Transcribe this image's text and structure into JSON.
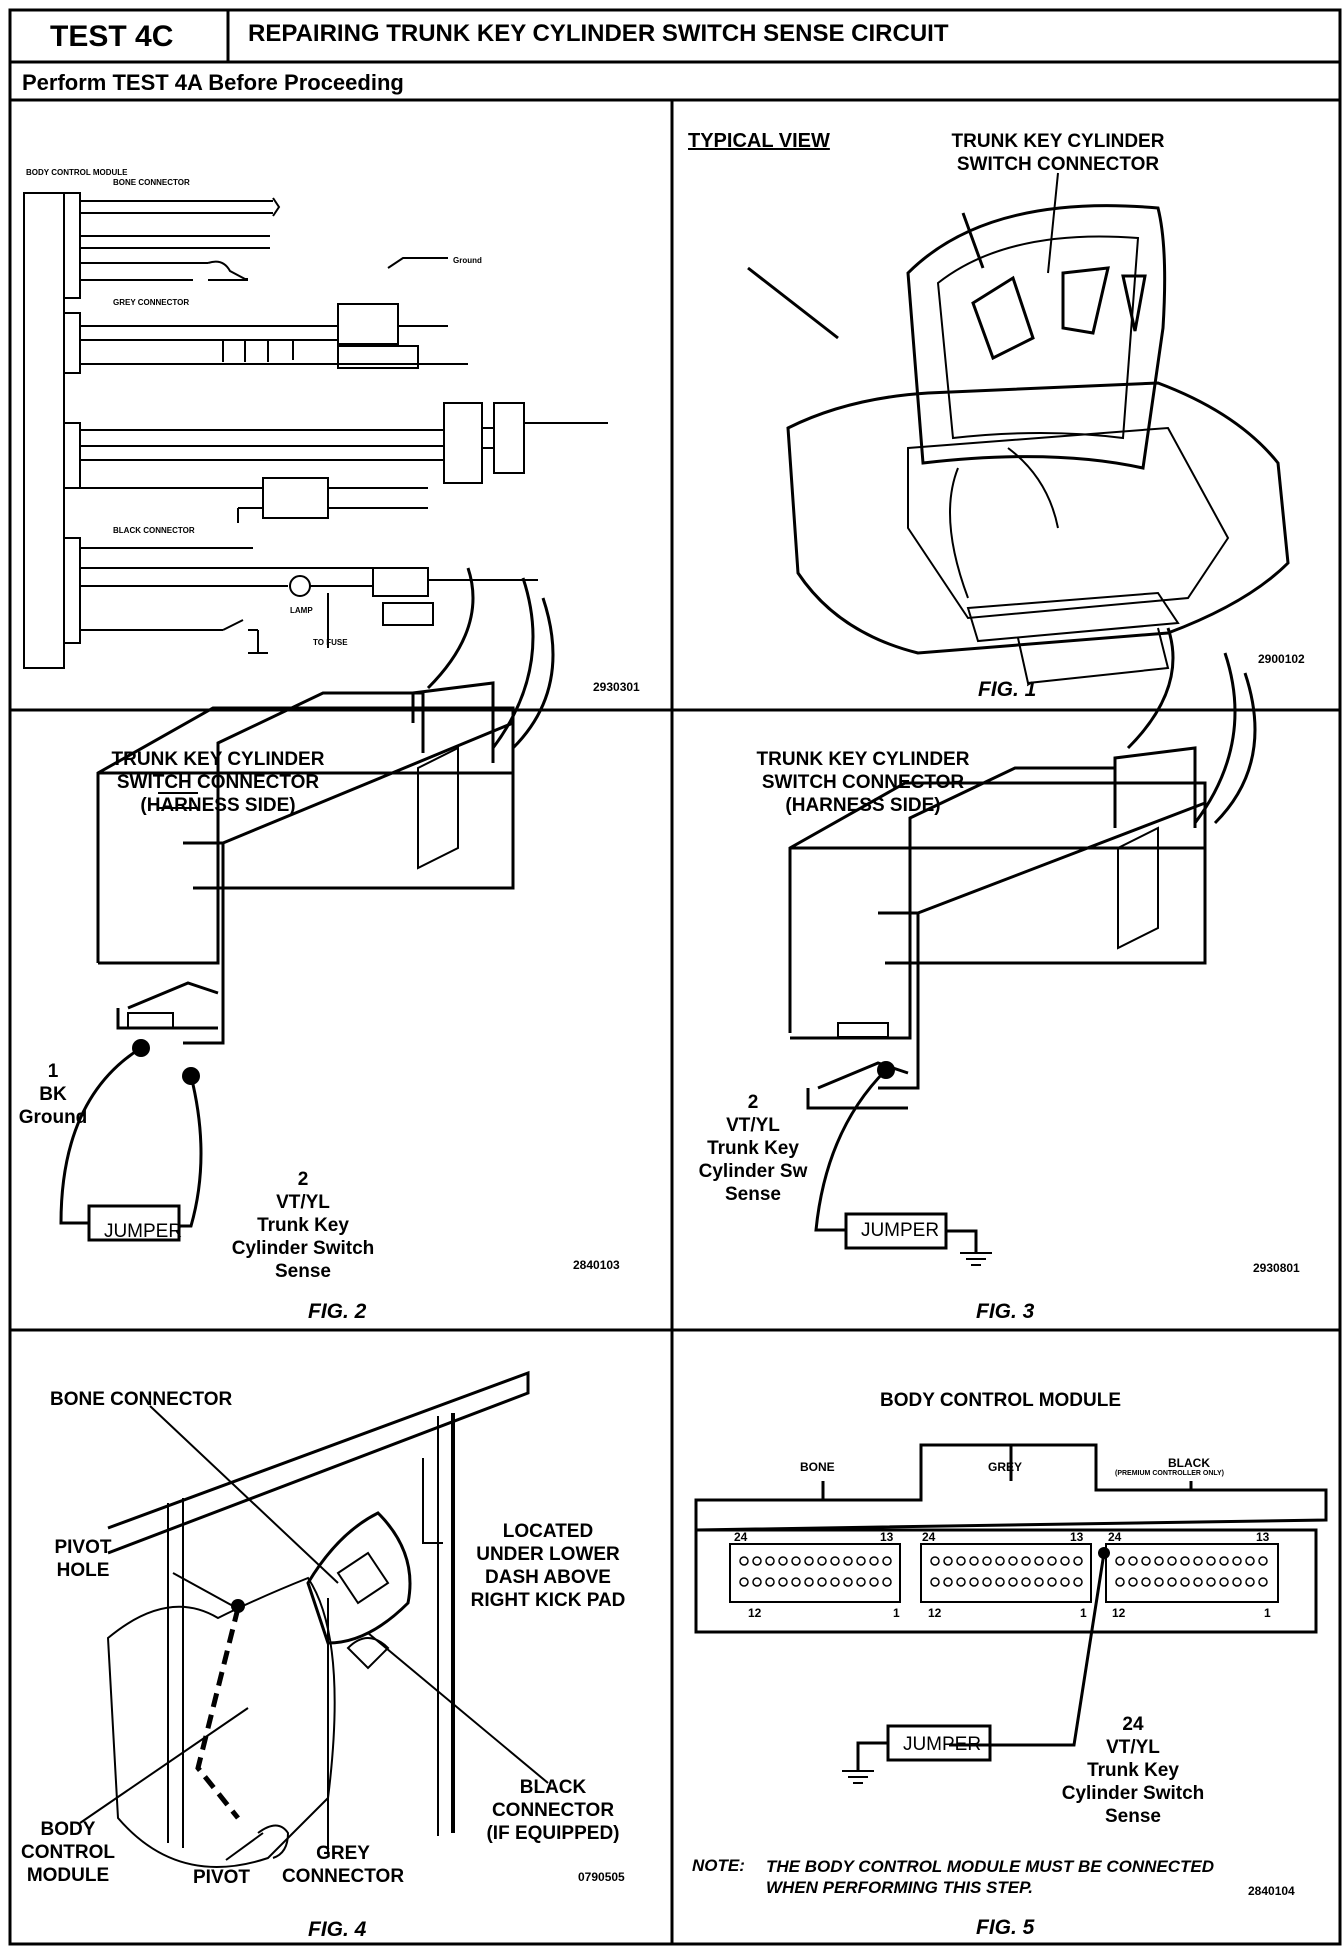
{
  "header": {
    "test_id": "TEST 4C",
    "title": "REPAIRING TRUNK KEY CYLINDER SWITCH SENSE CIRCUIT",
    "instruction": "Perform TEST 4A Before Proceeding"
  },
  "panel_wiring": {
    "code": "2930301",
    "labels": {
      "module": "BODY CONTROL MODULE",
      "bone": "BONE CONNECTOR",
      "grey": "GREY CONNECTOR",
      "black": "BLACK CONNECTOR",
      "lamp": "LAMP",
      "fuse": "TO FUSE",
      "ground": "Ground"
    }
  },
  "fig1": {
    "typical_view": "TYPICAL VIEW",
    "connector_label": [
      "TRUNK KEY CYLINDER",
      "SWITCH CONNECTOR"
    ],
    "code": "2900102",
    "caption": "FIG. 1"
  },
  "fig2": {
    "title": [
      "TRUNK KEY CYLINDER",
      "SWITCH CONNECTOR",
      "(HARNESS SIDE)"
    ],
    "pin1": [
      "1",
      "BK",
      "Ground"
    ],
    "pin2": [
      "2",
      "VT/YL",
      "Trunk Key",
      "Cylinder Switch",
      "Sense"
    ],
    "jumper": "JUMPER",
    "code": "2840103",
    "caption": "FIG. 2"
  },
  "fig3": {
    "title": [
      "TRUNK KEY CYLINDER",
      "SWITCH CONNECTOR",
      "(HARNESS SIDE)"
    ],
    "pin2": [
      "2",
      "VT/YL",
      "Trunk Key",
      "Cylinder Sw",
      "Sense"
    ],
    "jumper": "JUMPER",
    "code": "2930801",
    "caption": "FIG. 3"
  },
  "fig4": {
    "bone": "BONE CONNECTOR",
    "pivot_hole": [
      "PIVOT",
      "HOLE"
    ],
    "located": [
      "LOCATED",
      "UNDER LOWER",
      "DASH ABOVE",
      "RIGHT KICK PAD"
    ],
    "bcm": [
      "BODY",
      "CONTROL",
      "MODULE"
    ],
    "pivot": "PIVOT",
    "grey": [
      "GREY",
      "CONNECTOR"
    ],
    "black": [
      "BLACK",
      "CONNECTOR",
      "(IF EQUIPPED)"
    ],
    "code": "0790505",
    "caption": "FIG. 4"
  },
  "fig5": {
    "title": "BODY CONTROL MODULE",
    "bone": "BONE",
    "grey": "GREY",
    "black": "BLACK",
    "black_note": "(PREMIUM CONTROLLER ONLY)",
    "pins": {
      "p24": "24",
      "p13": "13",
      "p12": "12",
      "p1": "1"
    },
    "jumper": "JUMPER",
    "pin24": [
      "24",
      "VT/YL",
      "Trunk Key",
      "Cylinder Switch",
      "Sense"
    ],
    "note_label": "NOTE:",
    "note": [
      "THE BODY CONTROL MODULE MUST BE CONNECTED",
      "WHEN PERFORMING THIS STEP."
    ],
    "code": "2840104",
    "caption": "FIG. 5"
  }
}
